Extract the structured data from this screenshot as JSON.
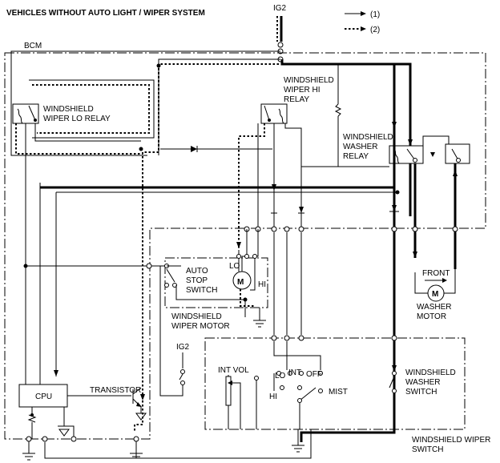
{
  "title": "VEHICLES WITHOUT AUTO LIGHT / WIPER SYSTEM",
  "legend": {
    "solid": "(1)",
    "dashed": "(2)"
  },
  "labels": {
    "ig2_top": "IG2",
    "bcm": "BCM",
    "lo_relay": [
      "WINDSHIELD",
      "WIPER LO RELAY"
    ],
    "hi_relay": [
      "WINDSHIELD",
      "WIPER HI",
      "RELAY"
    ],
    "washer_relay": [
      "WINDSHIELD",
      "WASHER",
      "RELAY"
    ],
    "front": "FRONT",
    "washer_motor": [
      "WASHER",
      "MOTOR"
    ],
    "auto_stop": [
      "AUTO",
      "STOP",
      "SWITCH"
    ],
    "lo": "LO",
    "hi": "HI",
    "motor_m": "M",
    "wiper_motor": [
      "WINDSHIELD",
      "WIPER MOTOR"
    ],
    "ig2_mid": "IG2",
    "int_vol": "INT VOL",
    "cpu": "CPU",
    "transistor": "TRANSISTOR",
    "sw_lo": "LO",
    "sw_int": "INT",
    "sw_off": "OFF",
    "sw_hi": "HI",
    "sw_mist": "MIST",
    "washer_switch": [
      "WINDSHIELD",
      "WASHER",
      "SWITCH"
    ],
    "wiper_switch": [
      "WINDSHIELD WIPER",
      "SWITCH"
    ]
  }
}
